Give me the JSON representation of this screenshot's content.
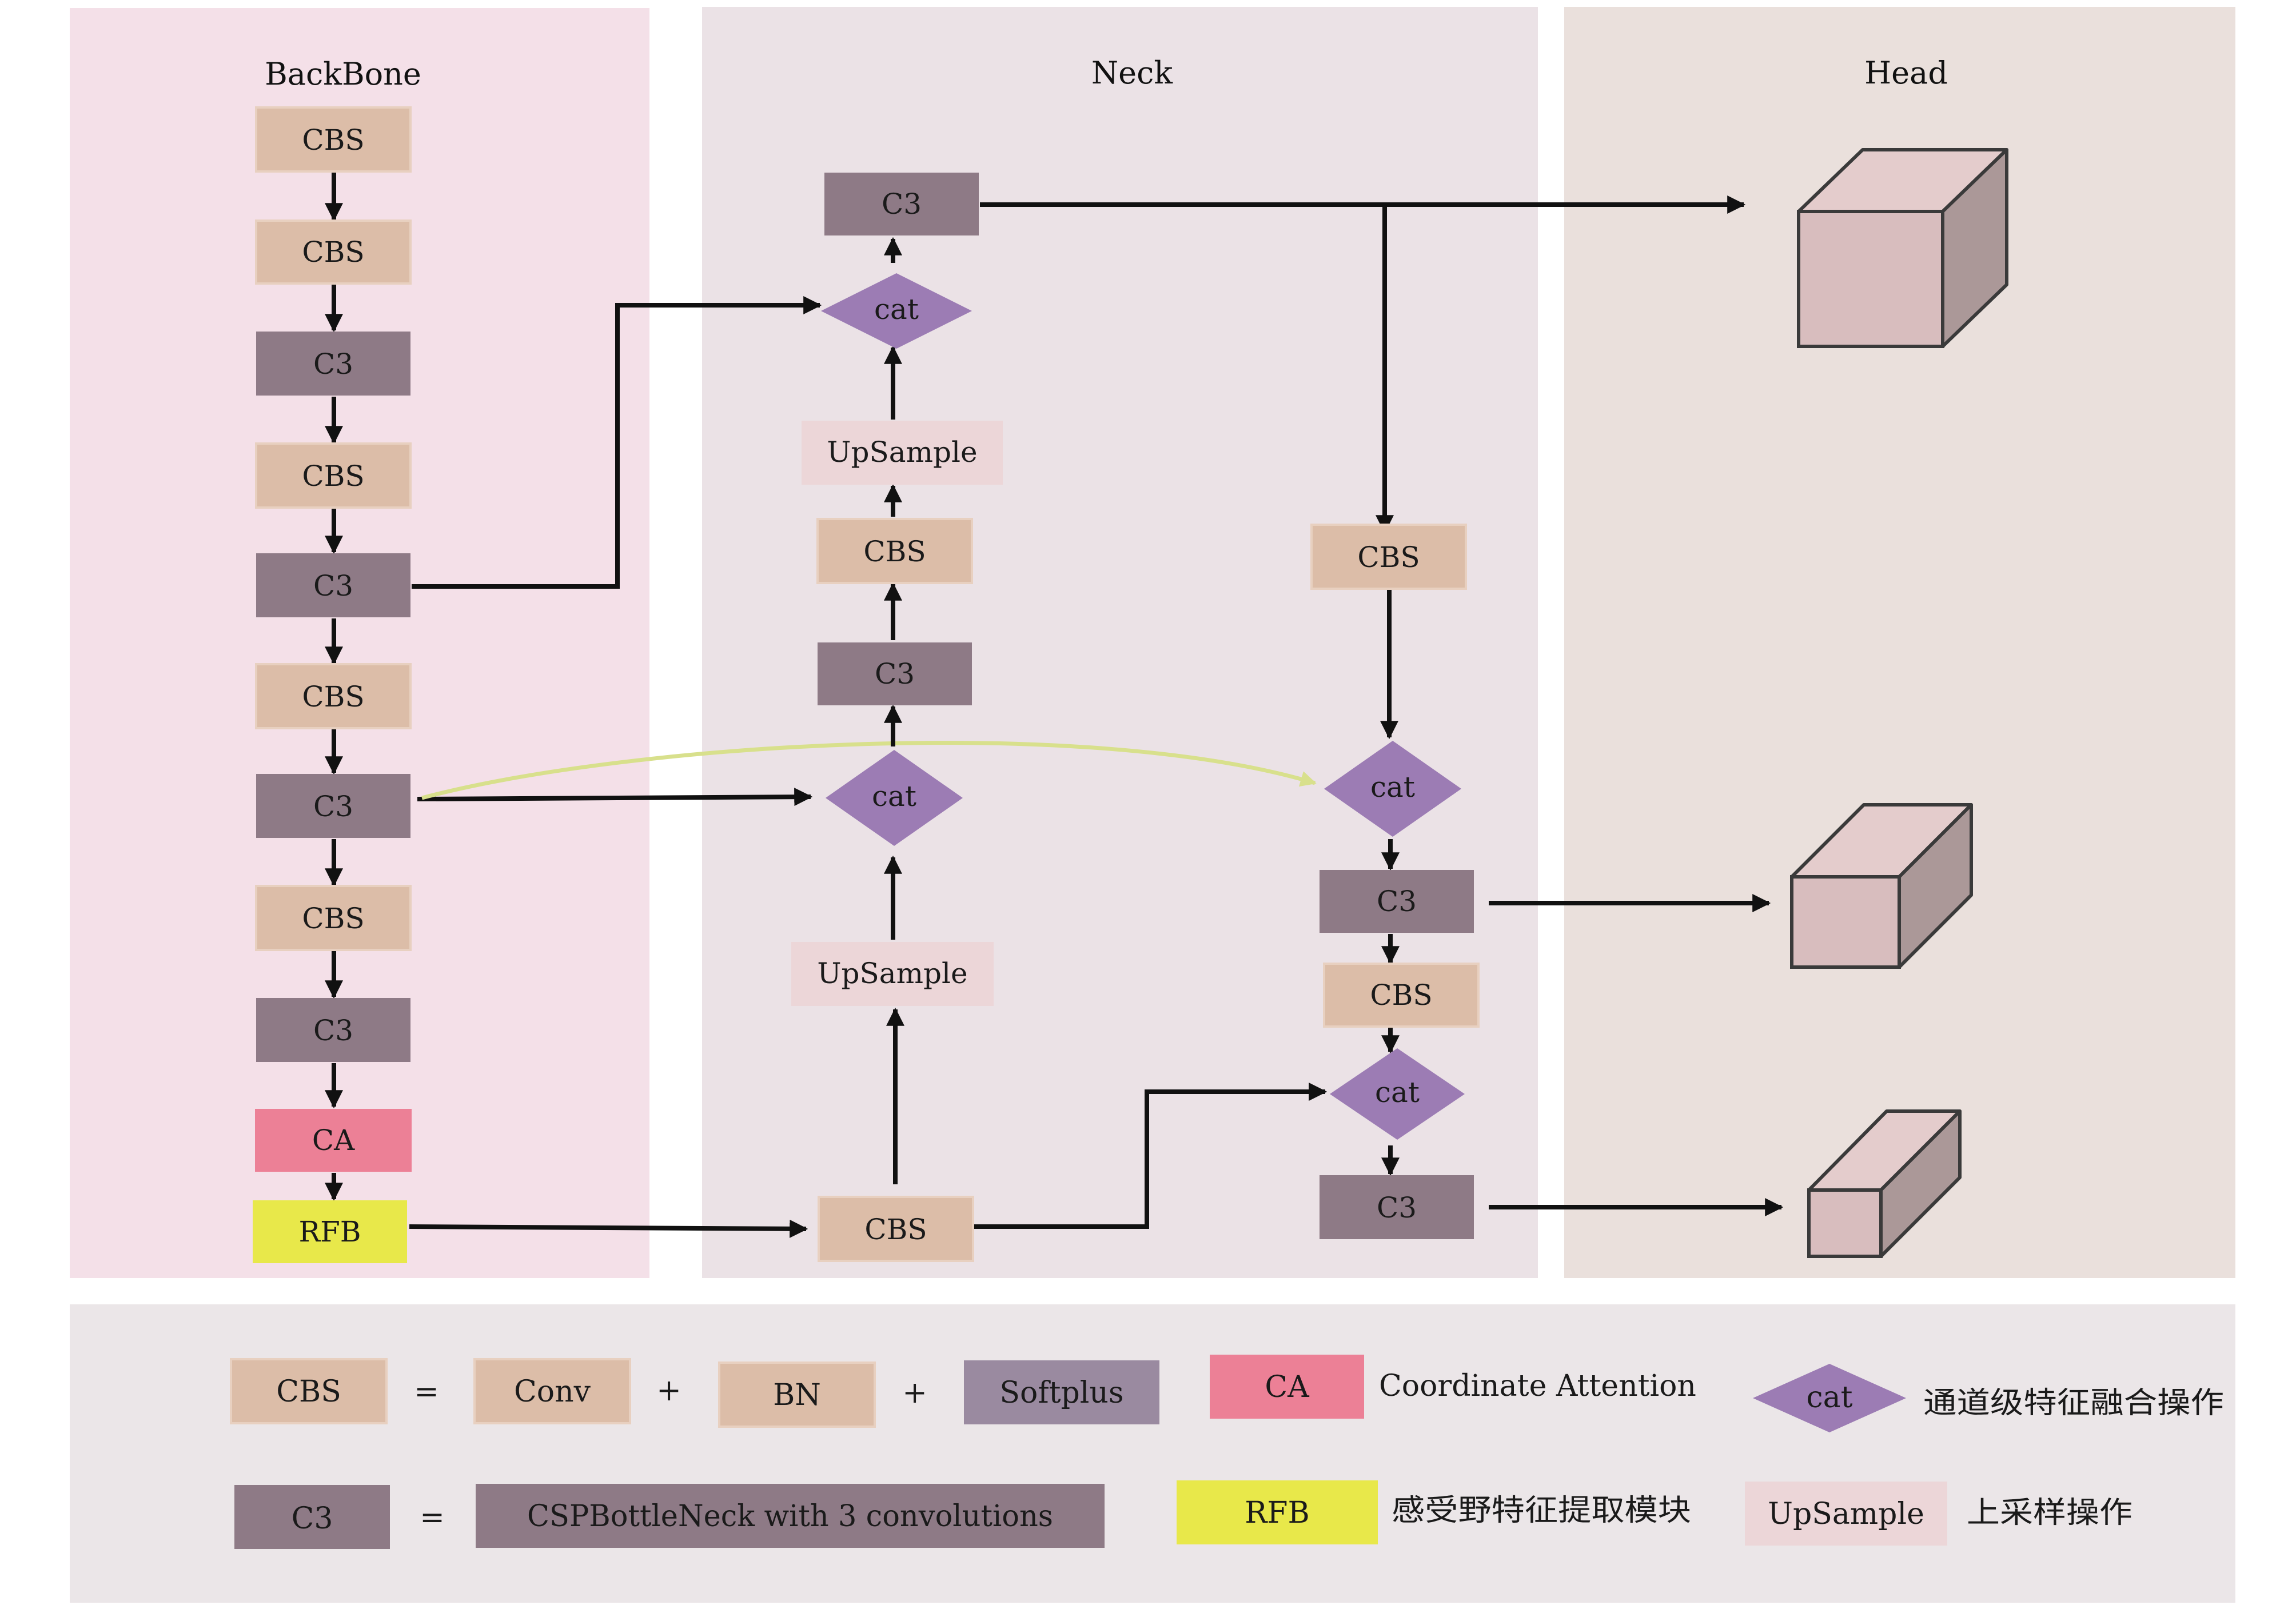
{
  "sections": {
    "backbone": {
      "title": "BackBone"
    },
    "neck": {
      "title": "Neck"
    },
    "head": {
      "title": "Head"
    }
  },
  "colors": {
    "backbone_bg": "#f4e0e8",
    "neck_bg": "#ebe2e6",
    "head_bg": "#eae0dc",
    "legend_bg": "#ebe6e8",
    "cbs": "#dcbda8",
    "c3": "#8e7a86",
    "ca": "#ec8096",
    "rfb": "#e8e84a",
    "upsample": "#ecd6d8",
    "cat": "#9c7cb4",
    "softplus": "#9a8aa0",
    "curve": "#d8e08c",
    "cube_front": "#d8bdbe",
    "cube_top": "#e4cccc",
    "cube_side": "#ab9898"
  },
  "backbone_blocks": [
    {
      "id": "b1",
      "type": "cbs",
      "label": "CBS"
    },
    {
      "id": "b2",
      "type": "cbs",
      "label": "CBS"
    },
    {
      "id": "b3",
      "type": "c3",
      "label": "C3"
    },
    {
      "id": "b4",
      "type": "cbs",
      "label": "CBS"
    },
    {
      "id": "b5",
      "type": "c3",
      "label": "C3"
    },
    {
      "id": "b6",
      "type": "cbs",
      "label": "CBS"
    },
    {
      "id": "b7",
      "type": "c3",
      "label": "C3"
    },
    {
      "id": "b8",
      "type": "cbs",
      "label": "CBS"
    },
    {
      "id": "b9",
      "type": "c3",
      "label": "C3"
    },
    {
      "id": "b10",
      "type": "ca",
      "label": "CA"
    },
    {
      "id": "b11",
      "type": "rfb",
      "label": "RFB"
    }
  ],
  "neck_blocks": [
    {
      "id": "n_c3_top",
      "type": "c3",
      "label": "C3"
    },
    {
      "id": "n_cat_top",
      "type": "cat",
      "label": "cat"
    },
    {
      "id": "n_up_top",
      "type": "upsample",
      "label": "UpSample"
    },
    {
      "id": "n_cbs_mid",
      "type": "cbs",
      "label": "CBS"
    },
    {
      "id": "n_c3_mid",
      "type": "c3",
      "label": "C3"
    },
    {
      "id": "n_cat_mid",
      "type": "cat",
      "label": "cat"
    },
    {
      "id": "n_up_bot",
      "type": "upsample",
      "label": "UpSample"
    },
    {
      "id": "n_cbs_bot",
      "type": "cbs",
      "label": "CBS"
    },
    {
      "id": "r_cbs_top",
      "type": "cbs",
      "label": "CBS"
    },
    {
      "id": "r_cat_1",
      "type": "cat",
      "label": "cat"
    },
    {
      "id": "r_c3_1",
      "type": "c3",
      "label": "C3"
    },
    {
      "id": "r_cbs_2",
      "type": "cbs",
      "label": "CBS"
    },
    {
      "id": "r_cat_2",
      "type": "cat",
      "label": "cat"
    },
    {
      "id": "r_c3_2",
      "type": "c3",
      "label": "C3"
    }
  ],
  "legend": {
    "cbs_label": "CBS",
    "equals": "=",
    "plus": "+",
    "conv_label": "Conv",
    "bn_label": "BN",
    "softplus_label": "Softplus",
    "ca_label": "CA",
    "ca_desc": "Coordinate Attention",
    "cat_label": "cat",
    "cat_desc": "通道级特征融合操作",
    "c3_label": "C3",
    "c3_desc": "CSPBottleNeck with 3 convolutions",
    "rfb_label": "RFB",
    "rfb_desc": "感受野特征提取模块",
    "upsample_label": "UpSample",
    "upsample_desc": "上采样操作"
  }
}
